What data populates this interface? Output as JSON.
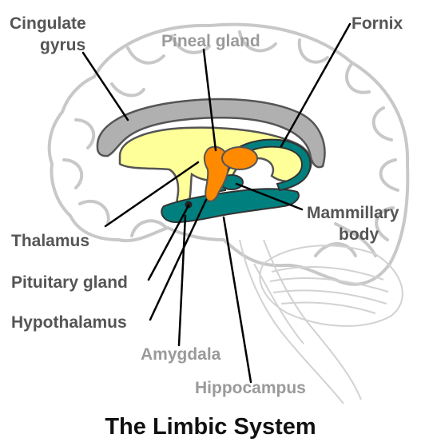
{
  "title": "The Limbic System",
  "labels": {
    "cingulate_gyrus_line1": "Cingulate",
    "cingulate_gyrus_line2": "gyrus",
    "pineal_gland": "Pineal gland",
    "fornix": "Fornix",
    "mammillary_line1": "Mammillary",
    "mammillary_line2": "body",
    "thalamus": "Thalamus",
    "pituitary_gland": "Pituitary gland",
    "hypothalamus": "Hypothalamus",
    "amygdala": "Amygdala",
    "hippocampus": "Hippocampus"
  },
  "colors": {
    "cingulate_gyrus": "#b0b0b0",
    "thalamus": "#ffff99",
    "hypothalamus": "#ff8a00",
    "fornix_hippocampus": "#007f7f",
    "brain_outline": "#c8c8c8",
    "label_text": "#555555",
    "label_text_light": "#9a9a9a"
  }
}
